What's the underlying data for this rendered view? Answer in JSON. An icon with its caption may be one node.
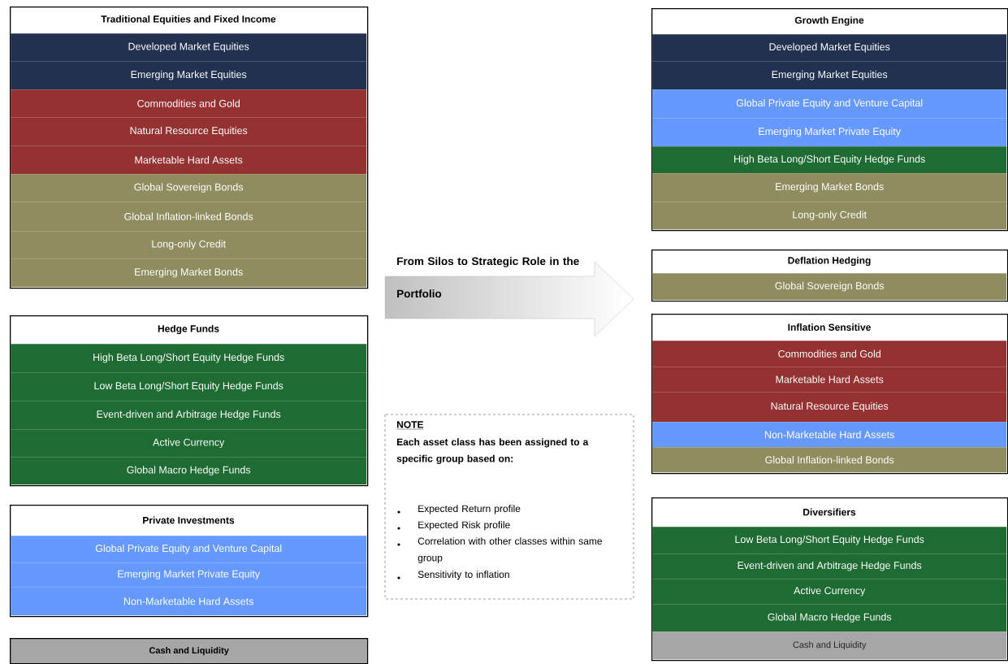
{
  "diagram": {
    "nodes": [
      {
        "text": [
          "Traditional Equities and Fixed Income"
        ]
      },
      {
        "text": [
          "Developed Market Equities"
        ],
        "in": 0
      },
      {
        "text": [
          "Emerging Market Equities"
        ],
        "in": 0
      },
      {
        "text": [
          "Commodities and Gold"
        ],
        "in": 0
      },
      {
        "text": [
          "Natural Resource Equities"
        ],
        "in": 0
      },
      {
        "text": [
          "Marketable Hard Assets"
        ],
        "in": 0
      },
      {
        "text": [
          "Global Sovereign Bonds"
        ],
        "in": 0
      },
      {
        "text": [
          "Global Inflation-linked Bonds"
        ],
        "in": 0
      },
      {
        "text": [
          "Long-only Credit"
        ],
        "in": 0
      },
      {
        "text": [
          "Emerging Market Bonds"
        ],
        "in": 0
      },
      {
        "text": [
          "Hedge Funds"
        ]
      },
      {
        "text": [
          "High Beta Long/Short Equity Hedge Funds"
        ],
        "in": 10
      },
      {
        "text": [
          "Low Beta Long/Short Equity Hedge Funds"
        ],
        "in": 10
      },
      {
        "text": [
          "Event-driven and Arbitrage Hedge Funds"
        ],
        "in": 10
      },
      {
        "text": [
          "Active Currency"
        ],
        "in": 10
      },
      {
        "text": [
          "Global Macro Hedge Funds"
        ],
        "in": 10
      },
      {
        "text": [
          "Private Investments"
        ]
      },
      {
        "text": [
          "Global Private Equity and Venture Capital"
        ],
        "in": 16
      },
      {
        "text": [
          "Emerging Market Private Equity"
        ],
        "in": 16
      },
      {
        "text": [
          "Non-Marketable Hard Assets"
        ],
        "in": 16
      },
      {
        "text": [
          "Cash and Liquidity"
        ]
      },
      {
        "text": [
          "From Silos to Strategic Role in the Portfolio"
        ]
      },
      {
        "text": [
          "NOTE",
          "Each asset class has been assigned to a specific group based on:",
          "Expected Return profile",
          "Expected Risk profile",
          "Correlation with other classes within same group",
          "Sensitivity to inflation"
        ]
      },
      {
        "text": [
          "Growth Engine"
        ]
      },
      {
        "text": [
          "Developed Market Equities"
        ],
        "in": 23
      },
      {
        "text": [
          "Emerging Market Equities"
        ],
        "in": 23
      },
      {
        "text": [
          "Global Private Equity and Venture Capital"
        ],
        "in": 23
      },
      {
        "text": [
          "Emerging Market Private Equity"
        ],
        "in": 23
      },
      {
        "text": [
          "High Beta Long/Short Equity Hedge Funds"
        ],
        "in": 23
      },
      {
        "text": [
          "Emerging Market Bonds"
        ],
        "in": 23
      },
      {
        "text": [
          "Long-only Credit"
        ],
        "in": 23
      },
      {
        "text": [
          "Deflation Hedging"
        ]
      },
      {
        "text": [
          "Global Sovereign Bonds"
        ],
        "in": 31
      },
      {
        "text": [
          "Inflation Sensitive"
        ]
      },
      {
        "text": [
          "Commodities and Gold"
        ],
        "in": 33
      },
      {
        "text": [
          "Marketable Hard Assets"
        ],
        "in": 33
      },
      {
        "text": [
          "Natural Resource Equities"
        ],
        "in": 33
      },
      {
        "text": [
          "Non-Marketable Hard Assets"
        ],
        "in": 33
      },
      {
        "text": [
          "Global Inflation-linked Bonds"
        ],
        "in": 33
      },
      {
        "text": [
          "Diversifiers"
        ]
      },
      {
        "text": [
          "Low Beta Long/Short Equity Hedge Funds"
        ],
        "in": 39
      },
      {
        "text": [
          "Event-driven and Arbitrage Hedge Funds"
        ],
        "in": 39
      },
      {
        "text": [
          "Active Currency"
        ],
        "in": 39
      },
      {
        "text": [
          "Global Macro Hedge Funds"
        ],
        "in": 39
      },
      {
        "text": [
          "Cash and Liquidity"
        ],
        "in": 39
      }
    ]
  }
}
